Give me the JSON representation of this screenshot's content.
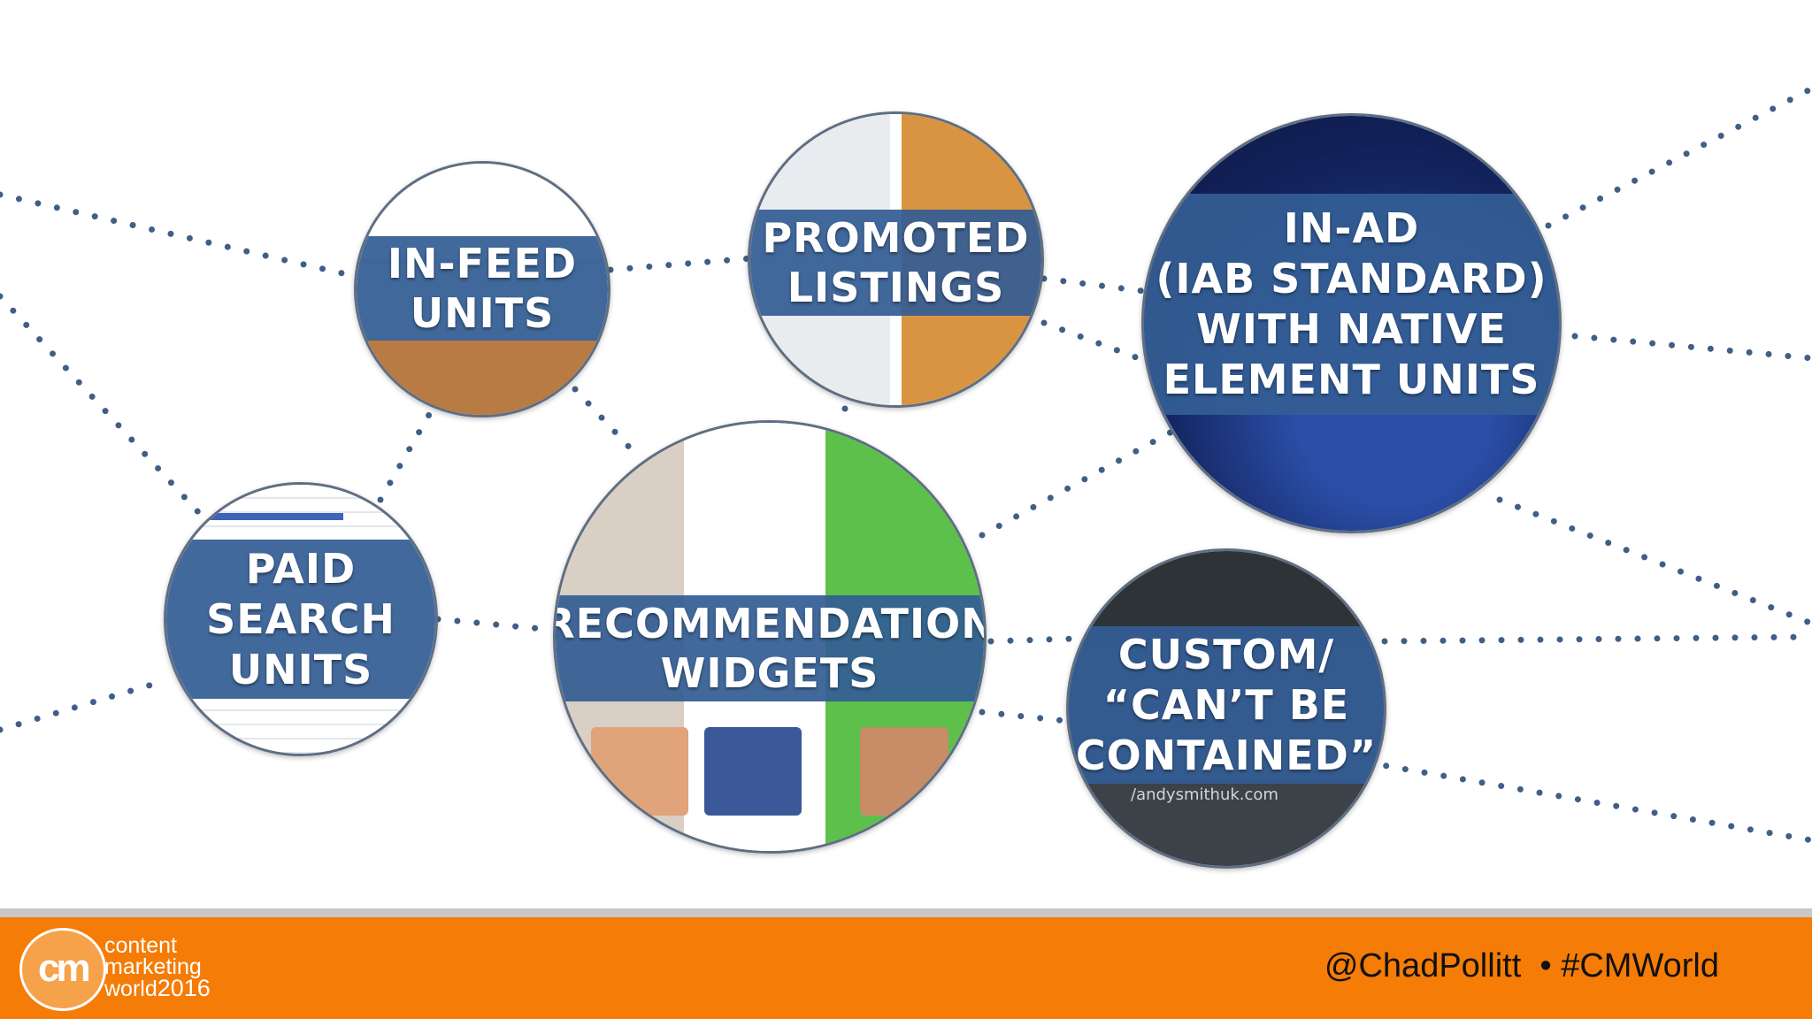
{
  "nodes": [
    {
      "id": "in-feed",
      "lines": [
        "IN-FEED",
        "UNITS"
      ]
    },
    {
      "id": "promoted",
      "lines": [
        "PROMOTED",
        "LISTINGS"
      ]
    },
    {
      "id": "in-ad",
      "lines": [
        "IN-AD",
        "(IAB STANDARD)",
        "WITH NATIVE",
        "ELEMENT UNITS"
      ]
    },
    {
      "id": "paid-search",
      "lines": [
        "PAID",
        "SEARCH",
        "UNITS"
      ]
    },
    {
      "id": "recommendation",
      "lines": [
        "RECOMMENDATION",
        "WIDGETS"
      ]
    },
    {
      "id": "custom",
      "lines": [
        "CUSTOM/",
        "“CAN’T BE",
        "CONTAINED”"
      ]
    }
  ],
  "custom_url": "/andysmithuk.com",
  "footer": {
    "brand_lines": [
      "content",
      "marketing",
      "world"
    ],
    "brand_year": "2016",
    "logo_mark": "cm",
    "tagline": "@ChadPollitt  • #CMWorld"
  },
  "colors": {
    "band": "#345e94",
    "footer": "#f47c07",
    "connector": "#3f5f86"
  }
}
